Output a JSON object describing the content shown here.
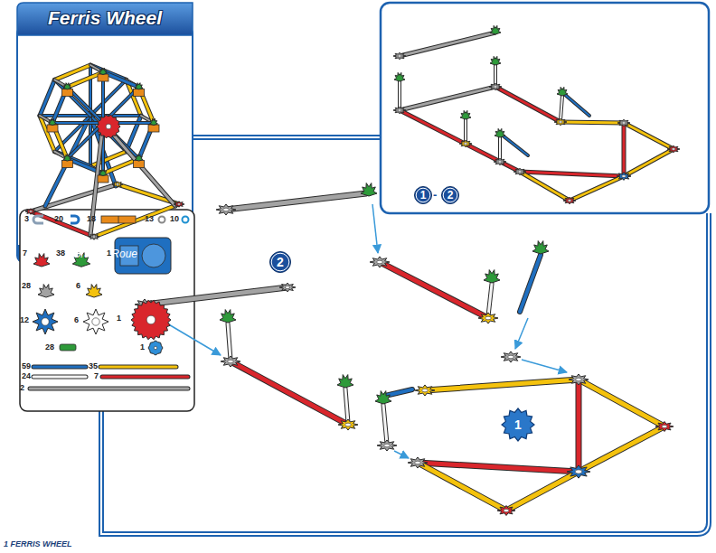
{
  "diagram": {
    "title": "Ferris Wheel",
    "caption": "1 FERRIS WHEEL",
    "nodes": [
      {
        "text": [
          "1"
        ]
      },
      {
        "text": [
          "2"
        ]
      },
      {
        "text": [
          "2"
        ]
      },
      {
        "text": [
          "1"
        ]
      }
    ],
    "labels": [
      "Grande Roue",
      "-",
      "3",
      "20",
      "18",
      "13",
      "10",
      "7",
      "38",
      "1",
      "28",
      "6",
      "12",
      "6",
      "1",
      "28",
      "1",
      "59",
      "35",
      "24",
      "7",
      "2"
    ]
  }
}
